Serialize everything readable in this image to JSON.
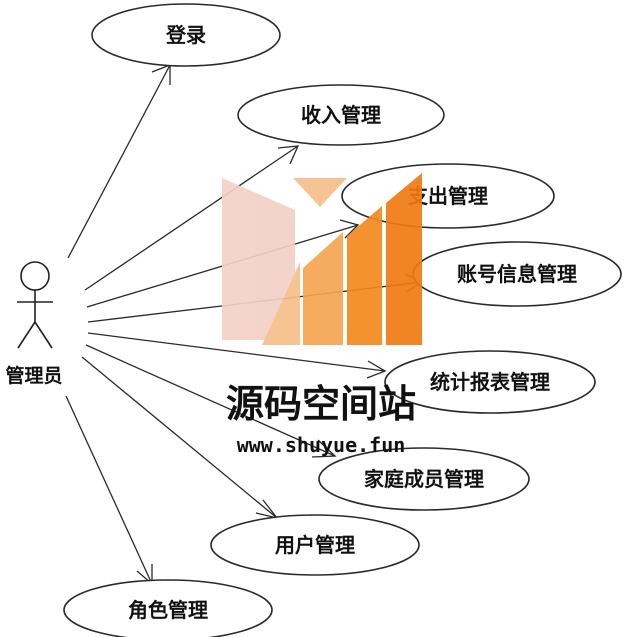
{
  "actor": {
    "label": "管理员"
  },
  "use_cases": [
    {
      "id": "login",
      "label": "登录"
    },
    {
      "id": "income",
      "label": "收入管理"
    },
    {
      "id": "expense",
      "label": "支出管理"
    },
    {
      "id": "account",
      "label": "账号信息管理"
    },
    {
      "id": "stats",
      "label": "统计报表管理"
    },
    {
      "id": "family",
      "label": "家庭成员管理"
    },
    {
      "id": "user",
      "label": "用户管理"
    },
    {
      "id": "role",
      "label": "角色管理"
    }
  ],
  "watermark": {
    "title": "源码空间站",
    "url": "www.shuyue.fun",
    "logo_colors": [
      "#f4d0c7",
      "#f6c08a",
      "#f5a552",
      "#f28a1e",
      "#f07a12"
    ]
  }
}
